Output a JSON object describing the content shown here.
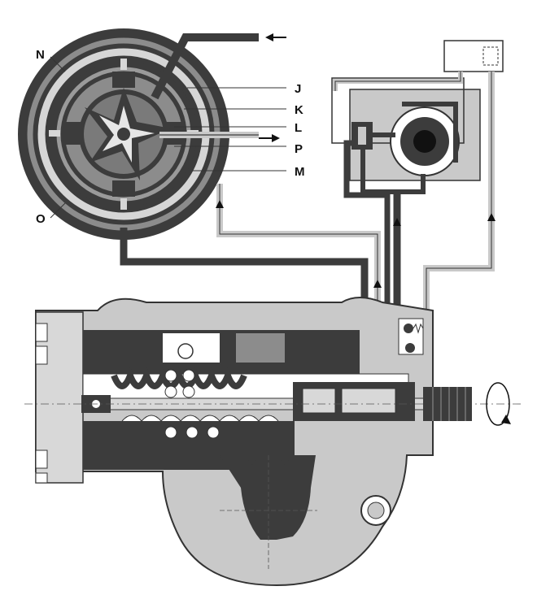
{
  "labels": {
    "J": "J",
    "K": "K",
    "L": "L",
    "P": "P",
    "M": "M",
    "N": "N",
    "O": "O"
  },
  "colors": {
    "dark": "#3c3c3c",
    "mid": "#8c8c8c",
    "light": "#c9c9c9",
    "paper": "#ffffff",
    "ink": "#111111"
  }
}
